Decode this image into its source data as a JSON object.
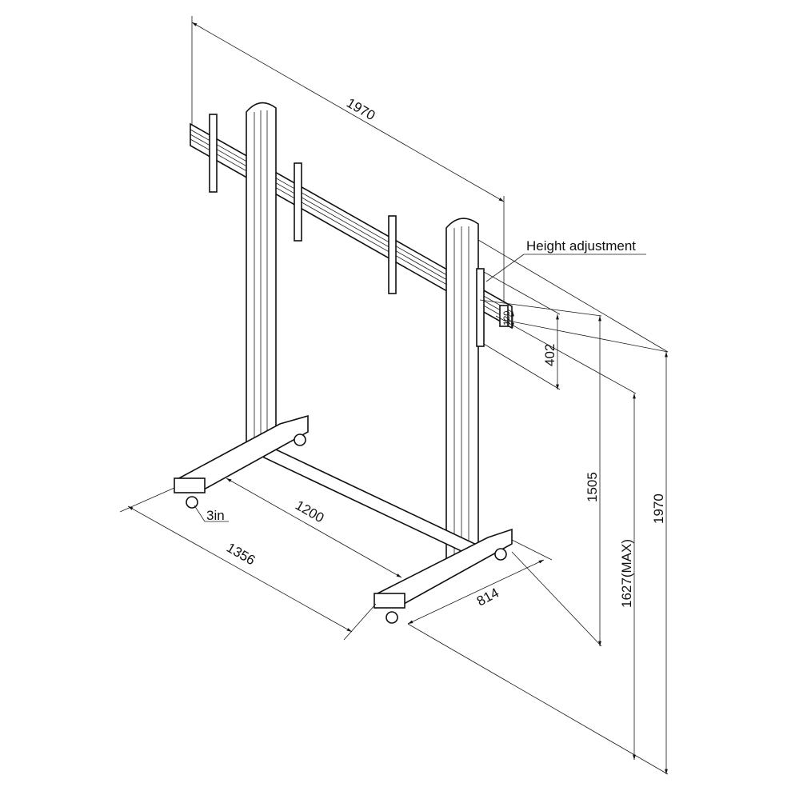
{
  "labels": {
    "overall_width": "1970",
    "height_adjustment": "Height adjustment",
    "adjust_step": "120",
    "mount_range": "402",
    "min_height": "1505",
    "max_height": "1627(MAX)",
    "overall_height": "1970",
    "caster": "3in",
    "inner_span": "1200",
    "base_width": "1356",
    "base_depth": "814"
  }
}
